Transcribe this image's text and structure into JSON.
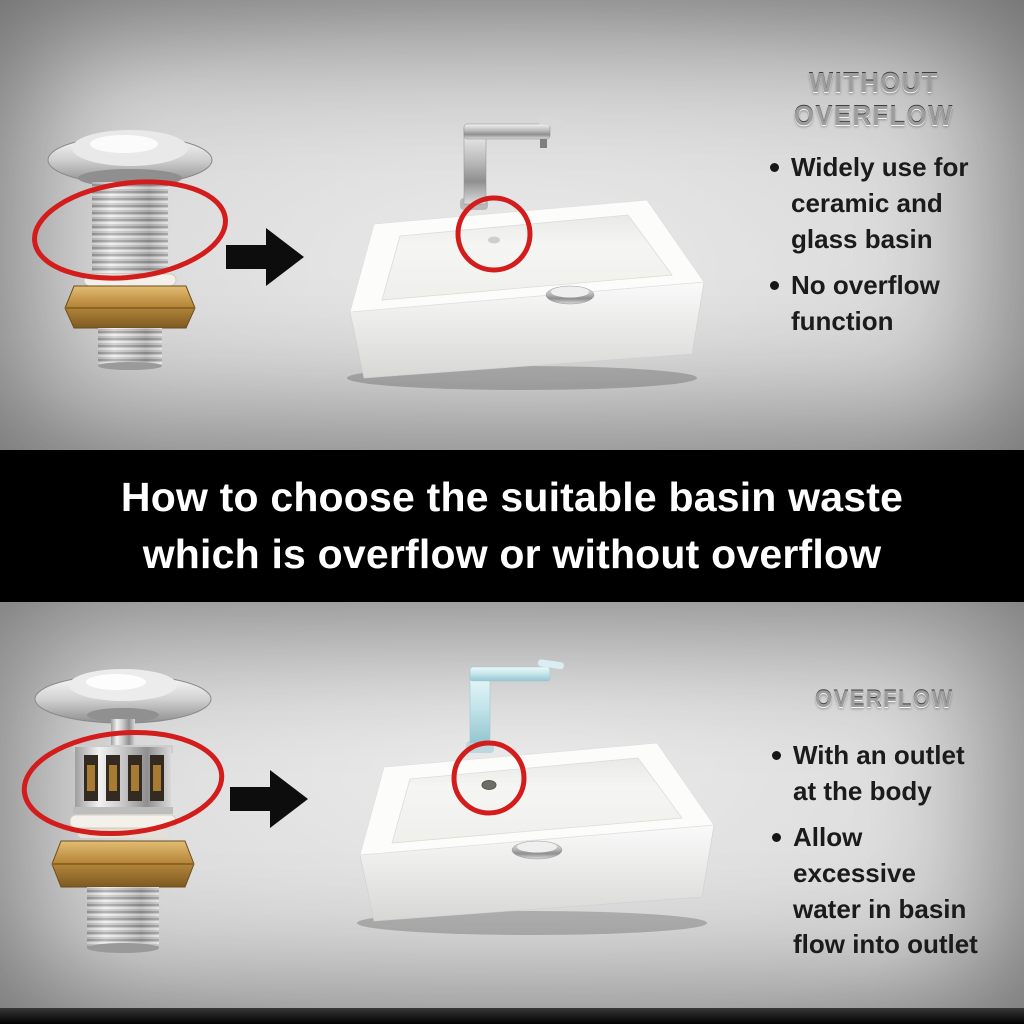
{
  "colors": {
    "highlight_circle": "#d31c1c",
    "arrow": "#0d0d0d",
    "banner_bg": "#000000",
    "banner_text": "#ffffff",
    "badge_text": "#9d9d9d"
  },
  "icons": {
    "arrow_right": "➡",
    "highlight_circle": "◯"
  },
  "top_section": {
    "badge": {
      "line1": "WITHOUT",
      "line2": "OVERFLOW"
    },
    "bullets": [
      "Widely use for ceramic and glass basin",
      "No overflow function"
    ]
  },
  "banner": {
    "line1": "How to choose the suitable basin waste",
    "line2": "which is overflow or without overflow"
  },
  "bottom_section": {
    "badge": "OVERFLOW",
    "bullets": [
      "With an outlet at the body",
      "Allow excessive water in basin flow into outlet"
    ]
  }
}
